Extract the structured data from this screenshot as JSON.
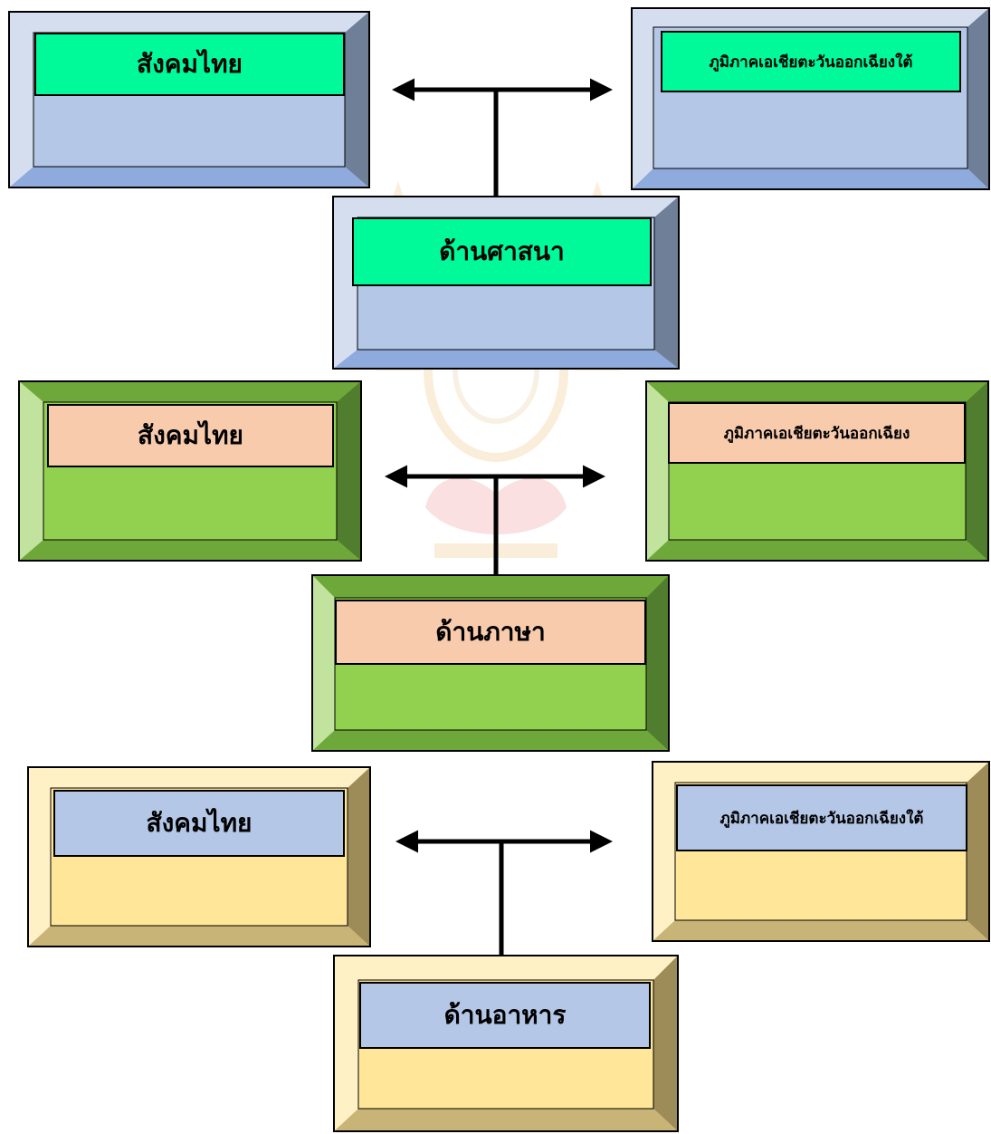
{
  "palette": {
    "blue_face": "#b4c7e7",
    "blue_light": "#d5deef",
    "blue_mid": "#8faadc",
    "blue_dark": "#6f7f98",
    "green_face": "#92d050",
    "green_light": "#c1e39e",
    "green_mid": "#6fa83a",
    "green_dark": "#507e2e",
    "yellow_face": "#ffe699",
    "yellow_light": "#fff1c6",
    "yellow_mid": "#c9b478",
    "yellow_dark": "#9e8c58",
    "label_green": "#00fa9a",
    "label_peach": "#f8cbad",
    "label_blue": "#b4c7e7"
  },
  "groups": [
    {
      "name": "religion",
      "left": "สังคมไทย",
      "right": "ภูมิภาคเอเชียตะวันออกเฉียงใต้",
      "center": "ด้านศาสนา"
    },
    {
      "name": "language",
      "left": "สังคมไทย",
      "right": "ภูมิภาคเอเชียตะวันออกเฉียง",
      "center": "ด้านภาษา"
    },
    {
      "name": "food",
      "left": "สังคมไทย",
      "right": "ภูมิภาคเอเชียตะวันออกเฉียงใต้",
      "center": "ด้านอาหาร"
    }
  ]
}
